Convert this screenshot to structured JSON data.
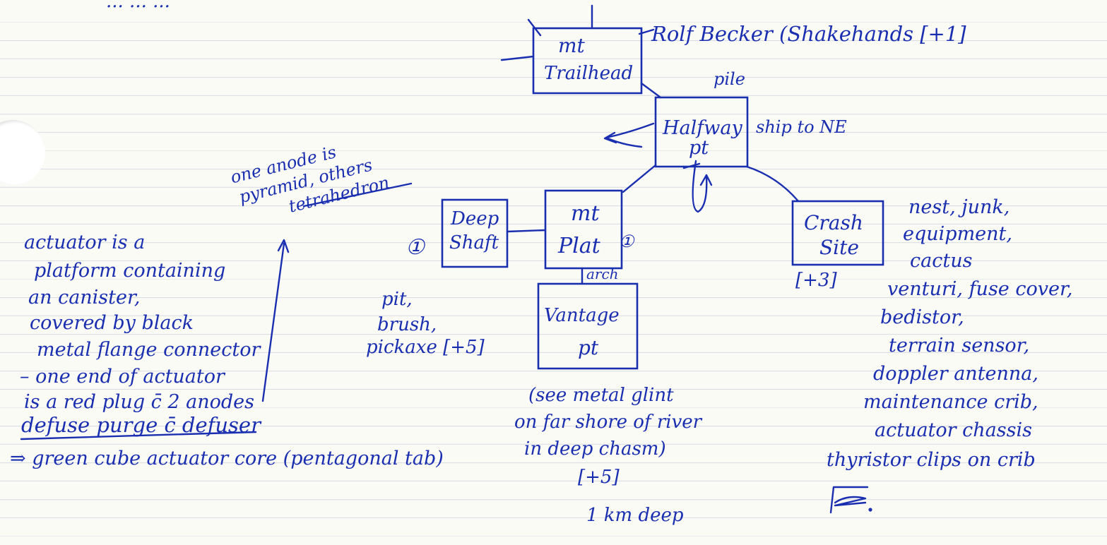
{
  "top_fragment": "...    ...    ...",
  "nodes": {
    "trailhead": [
      "mt",
      "Trailhead"
    ],
    "halfway": [
      "Halfway",
      "pt"
    ],
    "deep_shaft": [
      "Deep",
      "Shaft"
    ],
    "mt_plat": [
      "mt",
      "Plat"
    ],
    "vantage": [
      "Vantage",
      "pt"
    ],
    "crash": [
      "Crash",
      "Site"
    ]
  },
  "edge_labels": {
    "trailhead_note": "Rolf Becker (Shakehands [+1]",
    "pile": "pile",
    "halfway_note": "ship to NE",
    "arch": "arch",
    "circle_1a": "①",
    "circle_1b": "①",
    "crash_bonus": "[+3]"
  },
  "anode_note": [
    "one anode is",
    "pyramid, others",
    "tetrahedron"
  ],
  "actuator_note": [
    "actuator is a",
    "platform containing",
    "an canister,",
    "covered by black",
    "metal flange connector",
    "– one end of actuator",
    "is a red plug c̄ 2 anodes"
  ],
  "defuse_line": "defuse purge c̄ defuser",
  "core_line": "⇒ green cube actuator core (pentagonal tab)",
  "plat_note": [
    "pit,",
    "brush,",
    "pickaxe [+5]"
  ],
  "vantage_note": [
    "(see metal glint",
    "on far shore of river",
    "in deep chasm)",
    "[+5]",
    "1 km deep"
  ],
  "crash_list": [
    "nest, junk,",
    "equipment,",
    "cactus",
    "venturi, fuse cover,",
    "bedistor,",
    "terrain sensor,",
    "doppler antenna,",
    "maintenance crib,",
    "actuator chassis",
    "thyristor clips on crib"
  ]
}
